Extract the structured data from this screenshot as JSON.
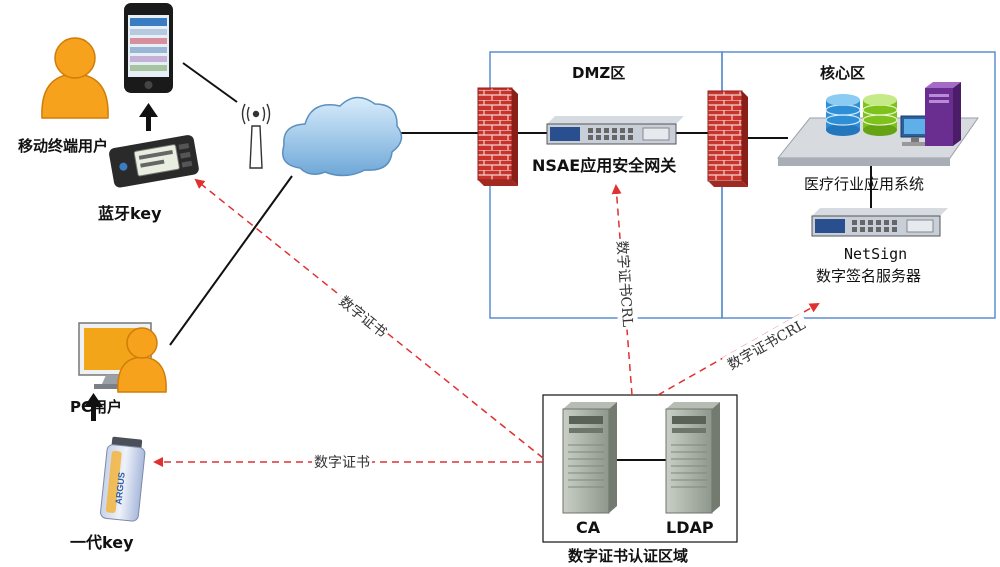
{
  "zones": {
    "dmz": "DMZ区",
    "core": "核心区",
    "ca_area": "数字证书认证区域"
  },
  "nodes": {
    "mobile_user": "移动终端用户",
    "bluetooth_key": "蓝牙key",
    "pc_user": "PC用户",
    "gen1_key": "一代key",
    "gateway": "NSAE应用安全网关",
    "medical_system": "医疗行业应用系统",
    "netsign": "NetSign",
    "netsign_sub": "数字签名服务器",
    "ca": "CA",
    "ldap": "LDAP",
    "usb_brand": "ARGUS"
  },
  "flows": {
    "to_bluetooth": "数字证书",
    "to_gen1": "数字证书",
    "to_gateway": "数字证书CRL",
    "to_netsign": "数字证书CRL"
  },
  "colors": {
    "zone_border": "#5b8fcf",
    "dashed": "#e03030",
    "person": "#f6a21c",
    "firewall": "#c8342c"
  }
}
